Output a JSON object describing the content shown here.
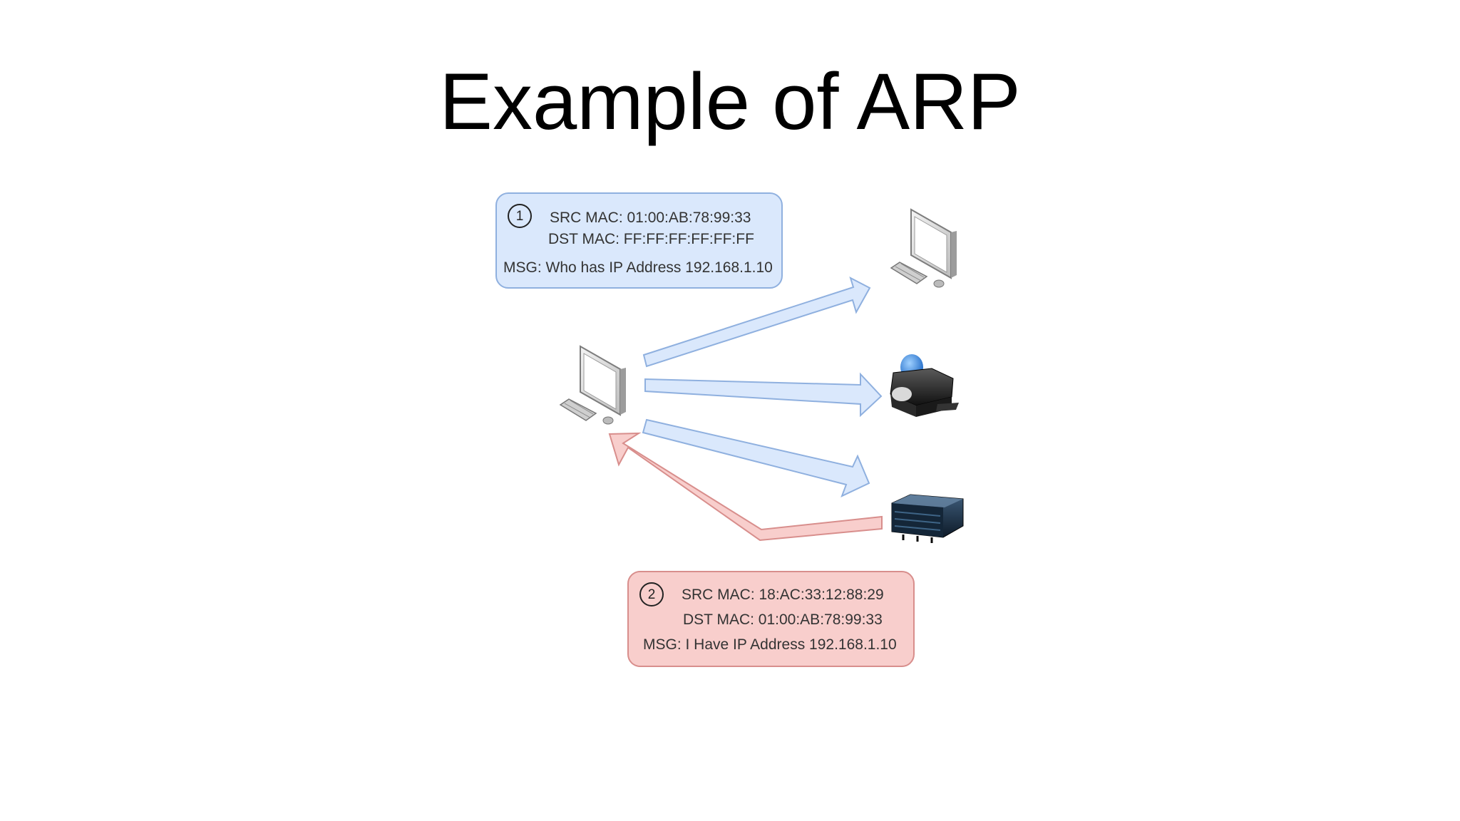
{
  "title": "Example of ARP",
  "request": {
    "step": "1",
    "src": "SRC MAC: 01:00:AB:78:99:33",
    "dst": "DST MAC: FF:FF:FF:FF:FF:FF",
    "msg": "MSG: Who has IP Address 192.168.1.10",
    "fill": "#dae8fc",
    "stroke": "#8fb0df"
  },
  "reply": {
    "step": "2",
    "src": "SRC MAC: 18:AC:33:12:88:29",
    "dst": "DST MAC: 01:00:AB:78:99:33",
    "msg": "MSG: I Have IP Address 192.168.1.10",
    "fill": "#f8cecc",
    "stroke": "#d88e8c"
  },
  "nodes": [
    {
      "name": "sender",
      "icon": "desktop-computer-icon"
    },
    {
      "name": "target-computer",
      "icon": "desktop-computer-icon"
    },
    {
      "name": "printer",
      "icon": "printer-icon"
    },
    {
      "name": "server",
      "icon": "server-icon"
    }
  ]
}
